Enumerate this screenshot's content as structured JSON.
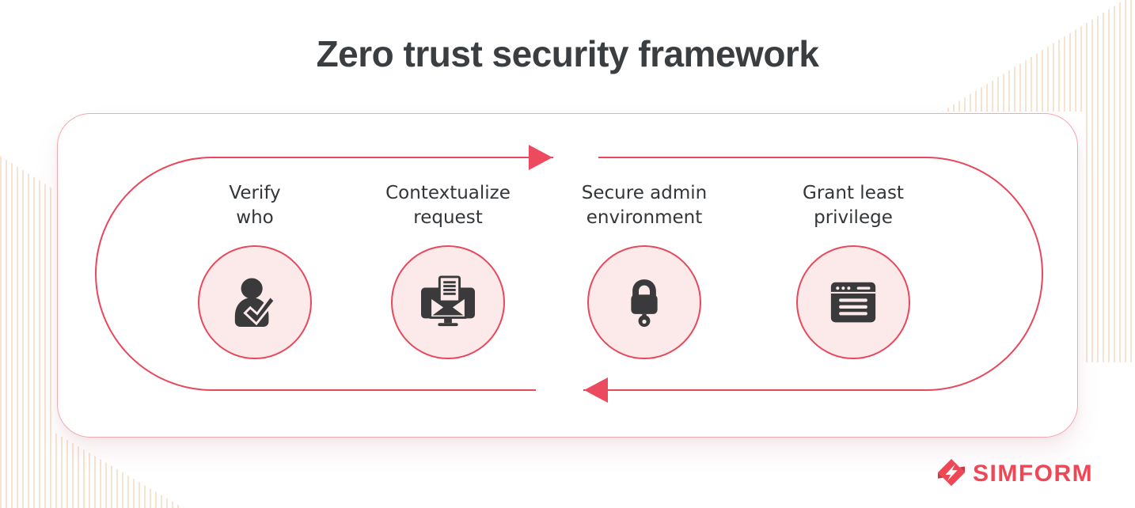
{
  "title": "Zero trust security framework",
  "diagram": {
    "type": "cyclic-flow",
    "steps": [
      {
        "lines": [
          "Verify",
          "who"
        ],
        "icon": "user-check-icon"
      },
      {
        "lines": [
          "Contextualize",
          "request"
        ],
        "icon": "monitor-mail-icon"
      },
      {
        "lines": [
          "Secure admin",
          "environment"
        ],
        "icon": "padlock-key-icon"
      },
      {
        "lines": [
          "Grant least",
          "privilege"
        ],
        "icon": "browser-window-icon"
      }
    ],
    "flow_arrows": [
      "forward-top",
      "backward-bottom"
    ]
  },
  "brand": {
    "name": "SIMFORM"
  },
  "colors": {
    "accent_red": "#ec4a5f",
    "loop_stroke": "#e8485c",
    "circle_fill": "#fce9e9",
    "circle_border": "#e8485c",
    "card_border": "#f2a7b1",
    "icon_dark": "#3a3a3c",
    "title_text": "#3b3e41",
    "label_text": "#333639",
    "stripe_peach": "#f7e3d2",
    "brand_red": "#ee4756"
  }
}
